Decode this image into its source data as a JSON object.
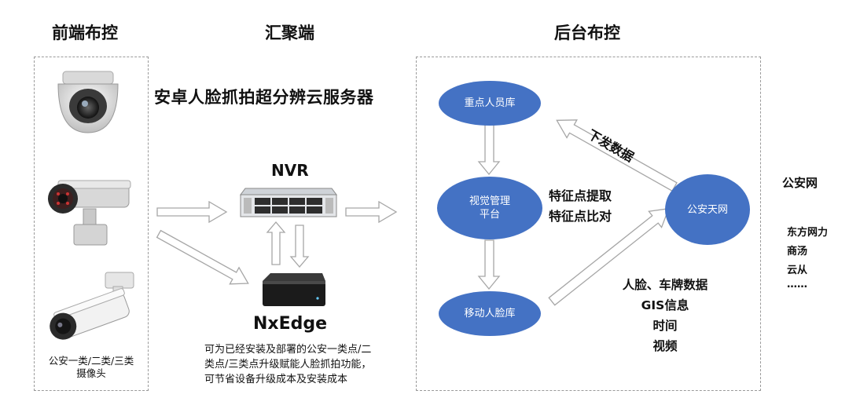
{
  "headers": {
    "front": "前端布控",
    "aggregate": "汇聚端",
    "backend": "后台布控"
  },
  "front": {
    "caption_line1": "公安一类/二类/三类",
    "caption_line2": "摄像头"
  },
  "aggregate": {
    "server_title": "安卓人脸抓拍超分辨云服务器",
    "nvr_label": "NVR",
    "nxedge_label": "NxEdge",
    "desc_line1": "可为已经安装及部署的公安一类点/二",
    "desc_line2": "类点/三类点升级赋能人脸抓拍功能，",
    "desc_line3": "可节省设备升级成本及安装成本"
  },
  "backend": {
    "key_persons": "重点人员库",
    "visual_platform_line1": "视觉管理",
    "visual_platform_line2": "平台",
    "mobile_face": "移动人脸库",
    "skynet": "公安天网",
    "feature_extract": "特征点提取",
    "feature_compare": "特征点比对",
    "send_data": "下发数据",
    "data_items": [
      "人脸、车牌数据",
      "GIS信息",
      "时间",
      "视频"
    ]
  },
  "network": {
    "title": "公安网",
    "items": [
      "东方网力",
      "商汤",
      "云从",
      "……"
    ]
  },
  "colors": {
    "ellipse_fill": "#4472c4",
    "dash_border": "#9a9a9a",
    "arrow_stroke": "#a6a6a6"
  }
}
